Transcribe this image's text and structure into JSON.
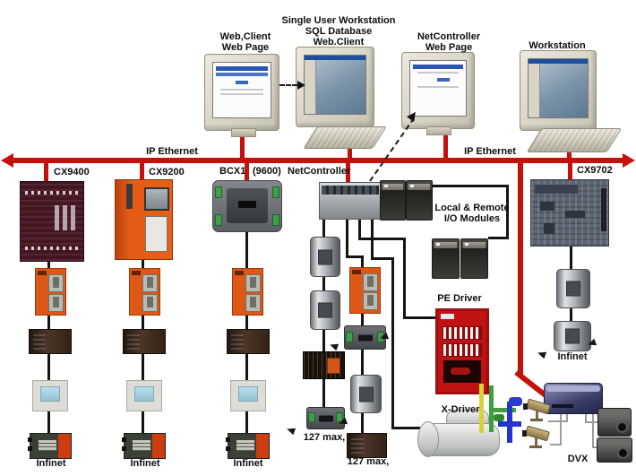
{
  "workstations": [
    {
      "label_lines": [
        "Web,Client",
        "Web Page"
      ]
    },
    {
      "label_lines": [
        "Single User Workstation",
        "SQL Database",
        "Web.Client"
      ]
    },
    {
      "label_lines": [
        "NetController",
        "Web Page"
      ]
    },
    {
      "label_lines": [
        "Workstation"
      ]
    }
  ],
  "network": {
    "ip_ethernet_left": "IP Ethernet",
    "ip_ethernet_right": "IP Ethernet"
  },
  "controllers": {
    "cx9400": "CX9400",
    "cx9200": "CX9200",
    "bcx1_name": "BCX1",
    "bcx1_model": "(9600)",
    "netcontroller": "NetController",
    "cx9702": "CX9702"
  },
  "annotations": {
    "io_modules_line1": "Local & Remote",
    "io_modules_line2": "I/O Modules",
    "pe_driver": "PE Driver",
    "x_driver": "X-Driver",
    "dvx": "DVX",
    "infinet": "Infinet",
    "max_devices": "127 max,"
  },
  "colors": {
    "ethernet_bus_red": "#c6100c",
    "wire_black": "#141414",
    "cx9400_maroon": "#451622",
    "cx9200_orange": "#e05512",
    "pe_driver_red": "#c01212"
  }
}
